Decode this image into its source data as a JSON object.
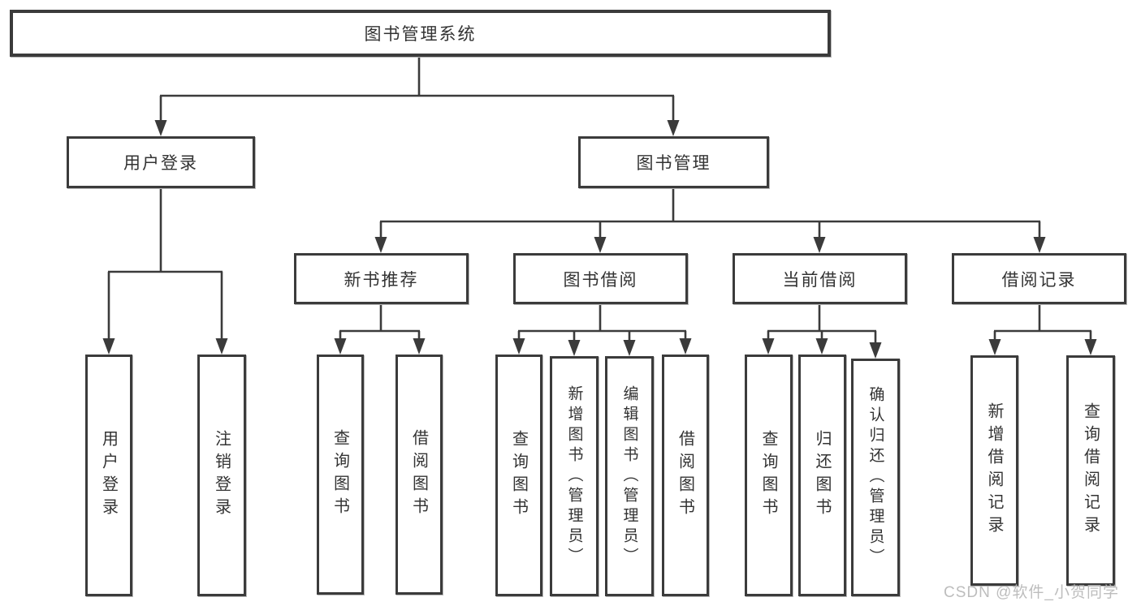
{
  "diagram_title": "图书管理系统",
  "nodes": {
    "root": "图书管理系统",
    "login": {
      "label": "用户登录",
      "children": [
        "用户登录",
        "注销登录"
      ]
    },
    "manage": {
      "label": "图书管理"
    },
    "newbook": {
      "label": "新书推荐",
      "children": [
        "查询图书",
        "借阅图书"
      ]
    },
    "borrow": {
      "label": "图书借阅",
      "children": [
        "查询图书",
        "新增图书（管理员）",
        "编辑图书（管理员）",
        "借阅图书"
      ]
    },
    "current": {
      "label": "当前借阅",
      "children": [
        "查询图书",
        "归还图书",
        "确认归还（管理员）"
      ]
    },
    "records": {
      "label": "借阅记录",
      "children": [
        "新增借阅记录",
        "查询借阅记录"
      ]
    }
  },
  "watermark": "CSDN @软件_小贺同学",
  "colors": {
    "line": "#3b3b3b",
    "box_border": "#3b3b3b",
    "text": "#333333",
    "background": "#ffffff",
    "watermark": "#b7b7b7"
  }
}
